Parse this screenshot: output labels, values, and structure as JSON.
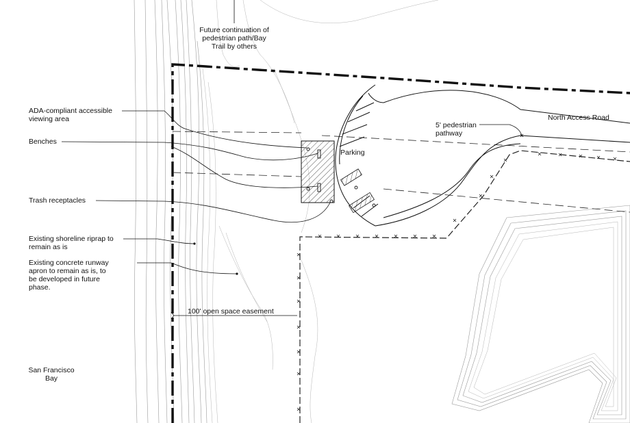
{
  "labels": {
    "future_path": "Future continuation of\npedestrian path/Bay\nTrail by others",
    "ada_viewing": "ADA-compliant accessible\nviewing area",
    "benches": "Benches",
    "trash": "Trash receptacles",
    "riprap": "Existing shoreline riprap to\nremain as is",
    "runway": "Existing concrete runway\napron to remain as is, to\nbe developed in future\nphase.",
    "easement": "100' open space easement",
    "bay": "San Francisco\nBay",
    "parking": "Parking",
    "pathway": "5' pedestrian\npathway",
    "road": "North Access Road"
  },
  "colors": {
    "line": "#111111",
    "topo": "#9a9a9a",
    "background": "#ffffff"
  }
}
